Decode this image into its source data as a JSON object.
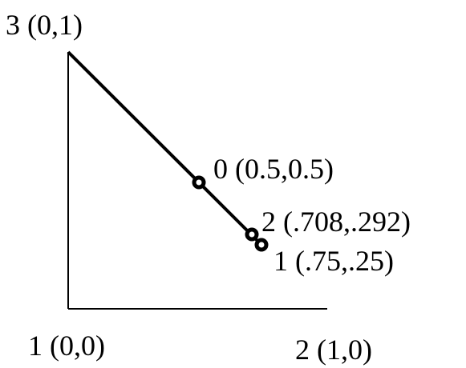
{
  "vertices": [
    {
      "id": "v3",
      "label": "3 (0,1)"
    },
    {
      "id": "v1",
      "label": "1 (0,0)"
    },
    {
      "id": "v2",
      "label": "2 (1,0)"
    }
  ],
  "points": [
    {
      "id": "p0",
      "label": "0 (0.5,0.5)",
      "x": 0.5,
      "y": 0.5
    },
    {
      "id": "p2",
      "label": "2 (.708,.292)",
      "x": 0.708,
      "y": 0.292
    },
    {
      "id": "p1",
      "label": "1 (.75,.25)",
      "x": 0.75,
      "y": 0.25
    }
  ]
}
